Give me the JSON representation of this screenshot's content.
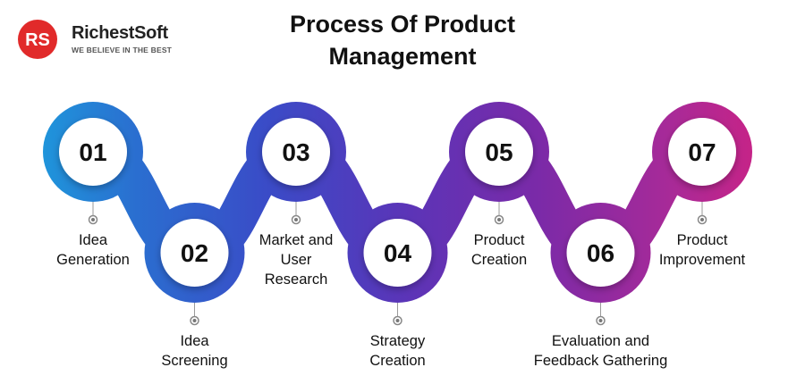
{
  "brand": {
    "logo_text": "RS",
    "name": "RichestSoft",
    "tagline": "WE BELIEVE IN THE BEST",
    "color": "#e12a2a"
  },
  "title": {
    "line1": "Process Of Product",
    "line2": "Management"
  },
  "gradient": [
    "#1aa6e0",
    "#2a6fd0",
    "#3a4bc7",
    "#5a35b8",
    "#7a2aa8",
    "#a82a98",
    "#d81f7d"
  ],
  "steps": [
    {
      "number": "01",
      "label": [
        "Idea",
        "Generation"
      ],
      "position": "top"
    },
    {
      "number": "02",
      "label": [
        "Idea",
        "Screening"
      ],
      "position": "bottom"
    },
    {
      "number": "03",
      "label": [
        "Market and",
        "User",
        "Research"
      ],
      "position": "top"
    },
    {
      "number": "04",
      "label": [
        "Strategy",
        "Creation"
      ],
      "position": "bottom"
    },
    {
      "number": "05",
      "label": [
        "Product",
        "Creation"
      ],
      "position": "top"
    },
    {
      "number": "06",
      "label": [
        "Evaluation and",
        "Feedback Gathering"
      ],
      "position": "bottom"
    },
    {
      "number": "07",
      "label": [
        "Product",
        "Improvement"
      ],
      "position": "top"
    }
  ]
}
